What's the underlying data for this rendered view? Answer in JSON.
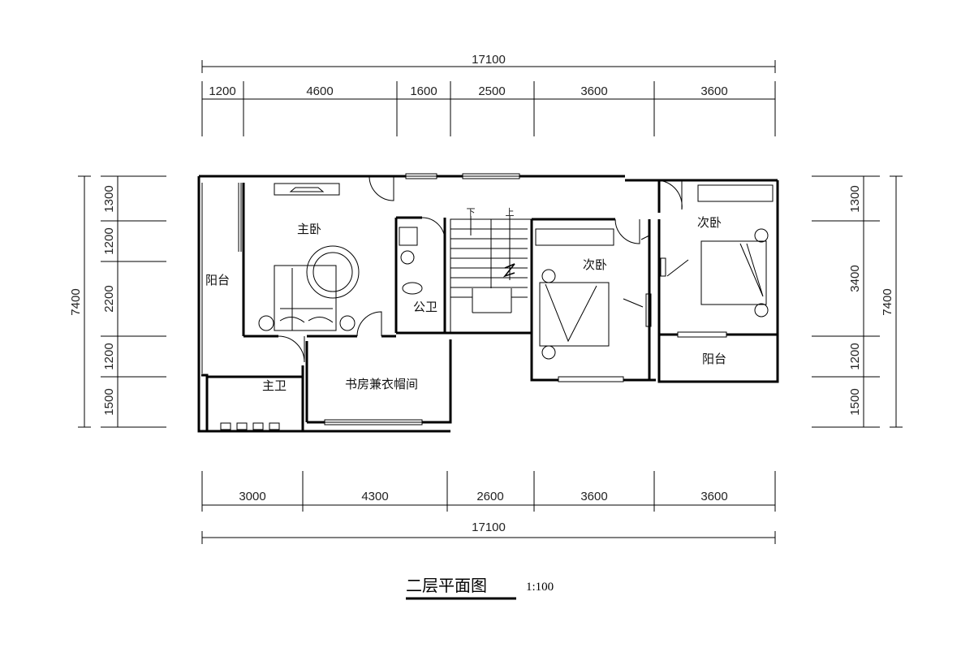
{
  "drawing": {
    "title": "二层平面图",
    "scale": "1:100"
  },
  "dimensions": {
    "top_total": "17100",
    "top_segments": [
      "1200",
      "4600",
      "1600",
      "2500",
      "3600",
      "3600"
    ],
    "bottom_total": "17100",
    "bottom_segments": [
      "3000",
      "4300",
      "2600",
      "3600",
      "3600"
    ],
    "left_total": "7400",
    "left_segments": [
      "1300",
      "1200",
      "2200",
      "1200",
      "1500"
    ],
    "right_total": "7400",
    "right_segments": [
      "1300",
      "3400",
      "1200",
      "1500"
    ]
  },
  "rooms": {
    "master_bedroom": "主卧",
    "balcony_left": "阳台",
    "public_bath": "公卫",
    "master_bath": "主卫",
    "study_closet": "书房兼衣帽间",
    "bedroom_2": "次卧",
    "bedroom_3": "次卧",
    "balcony_right": "阳台"
  },
  "stairs": {
    "down": "下",
    "up": "上"
  }
}
